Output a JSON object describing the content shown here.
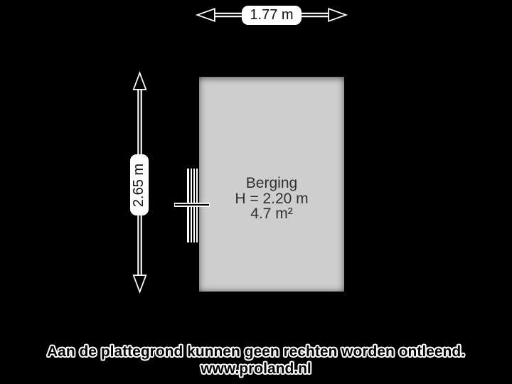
{
  "plan": {
    "room": {
      "name": "Berging",
      "ceiling_height": "H = 2.20 m",
      "area": "4.7 m²"
    },
    "dimensions": {
      "width": "1.77 m",
      "height": "2.65 m"
    },
    "colors": {
      "background": "#000000",
      "wall": "#000000",
      "floor": "#cecece",
      "label_pill": "#ffffff",
      "linework": "#000000",
      "room_text": "#303030"
    }
  },
  "footer": {
    "disclaimer": "Aan de plattegrond kunnen geen rechten worden ontleend.",
    "website": "www.proland.nl"
  }
}
